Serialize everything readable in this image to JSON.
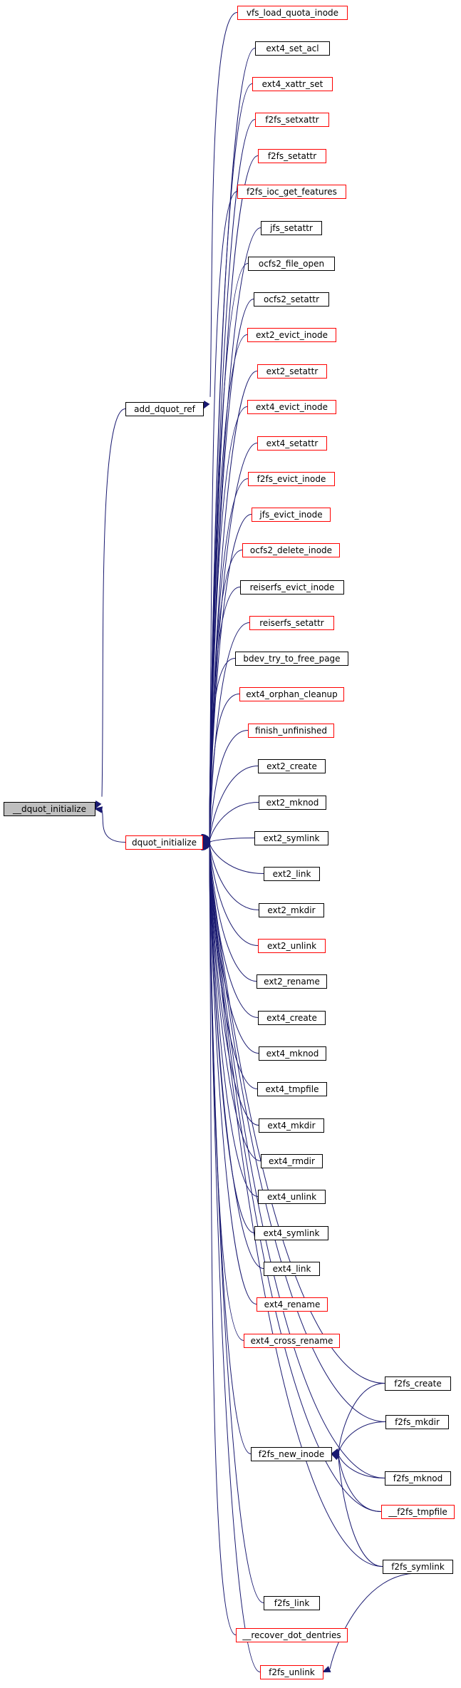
{
  "colors": {
    "edge": "#191970",
    "border_black": "#000000",
    "border_red": "#ff0000",
    "focus_fill": "#bfbfbf",
    "node_fill": "#ffffff"
  },
  "nodes": [
    {
      "id": "dquot_init_root",
      "label": "__dquot_initialize",
      "border": "black",
      "focus": true
    },
    {
      "id": "add_dquot_ref",
      "label": "add_dquot_ref",
      "border": "black"
    },
    {
      "id": "dquot_initialize",
      "label": "dquot_initialize",
      "border": "red"
    },
    {
      "id": "vfs_load_quota_inode",
      "label": "vfs_load_quota_inode",
      "border": "red"
    },
    {
      "id": "ext4_set_acl",
      "label": "ext4_set_acl",
      "border": "black"
    },
    {
      "id": "ext4_xattr_set",
      "label": "ext4_xattr_set",
      "border": "red"
    },
    {
      "id": "f2fs_setxattr",
      "label": "f2fs_setxattr",
      "border": "red"
    },
    {
      "id": "f2fs_setattr",
      "label": "f2fs_setattr",
      "border": "red"
    },
    {
      "id": "f2fs_ioc_get_features",
      "label": "f2fs_ioc_get_features",
      "border": "red"
    },
    {
      "id": "jfs_setattr",
      "label": "jfs_setattr",
      "border": "black"
    },
    {
      "id": "ocfs2_file_open",
      "label": "ocfs2_file_open",
      "border": "black"
    },
    {
      "id": "ocfs2_setattr",
      "label": "ocfs2_setattr",
      "border": "black"
    },
    {
      "id": "ext2_evict_inode",
      "label": "ext2_evict_inode",
      "border": "red"
    },
    {
      "id": "ext2_setattr",
      "label": "ext2_setattr",
      "border": "red"
    },
    {
      "id": "ext4_evict_inode",
      "label": "ext4_evict_inode",
      "border": "red"
    },
    {
      "id": "ext4_setattr",
      "label": "ext4_setattr",
      "border": "red"
    },
    {
      "id": "f2fs_evict_inode",
      "label": "f2fs_evict_inode",
      "border": "red"
    },
    {
      "id": "jfs_evict_inode",
      "label": "jfs_evict_inode",
      "border": "red"
    },
    {
      "id": "ocfs2_delete_inode",
      "label": "ocfs2_delete_inode",
      "border": "red"
    },
    {
      "id": "reiserfs_evict_inode",
      "label": "reiserfs_evict_inode",
      "border": "black"
    },
    {
      "id": "reiserfs_setattr",
      "label": "reiserfs_setattr",
      "border": "red"
    },
    {
      "id": "bdev_try_to_free_page",
      "label": "bdev_try_to_free_page",
      "border": "black"
    },
    {
      "id": "ext4_orphan_cleanup",
      "label": "ext4_orphan_cleanup",
      "border": "red"
    },
    {
      "id": "finish_unfinished",
      "label": "finish_unfinished",
      "border": "red"
    },
    {
      "id": "ext2_create",
      "label": "ext2_create",
      "border": "black"
    },
    {
      "id": "ext2_mknod",
      "label": "ext2_mknod",
      "border": "black"
    },
    {
      "id": "ext2_symlink",
      "label": "ext2_symlink",
      "border": "black"
    },
    {
      "id": "ext2_link",
      "label": "ext2_link",
      "border": "black"
    },
    {
      "id": "ext2_mkdir",
      "label": "ext2_mkdir",
      "border": "black"
    },
    {
      "id": "ext2_unlink",
      "label": "ext2_unlink",
      "border": "red"
    },
    {
      "id": "ext2_rename",
      "label": "ext2_rename",
      "border": "black"
    },
    {
      "id": "ext4_create",
      "label": "ext4_create",
      "border": "black"
    },
    {
      "id": "ext4_mknod",
      "label": "ext4_mknod",
      "border": "black"
    },
    {
      "id": "ext4_tmpfile",
      "label": "ext4_tmpfile",
      "border": "black"
    },
    {
      "id": "ext4_mkdir",
      "label": "ext4_mkdir",
      "border": "black"
    },
    {
      "id": "ext4_rmdir",
      "label": "ext4_rmdir",
      "border": "black"
    },
    {
      "id": "ext4_unlink",
      "label": "ext4_unlink",
      "border": "black"
    },
    {
      "id": "ext4_symlink",
      "label": "ext4_symlink",
      "border": "black"
    },
    {
      "id": "ext4_link",
      "label": "ext4_link",
      "border": "black"
    },
    {
      "id": "ext4_rename",
      "label": "ext4_rename",
      "border": "red"
    },
    {
      "id": "ext4_cross_rename",
      "label": "ext4_cross_rename",
      "border": "red"
    },
    {
      "id": "f2fs_create",
      "label": "f2fs_create",
      "border": "black"
    },
    {
      "id": "f2fs_mkdir",
      "label": "f2fs_mkdir",
      "border": "black"
    },
    {
      "id": "f2fs_new_inode",
      "label": "f2fs_new_inode",
      "border": "black"
    },
    {
      "id": "f2fs_mknod",
      "label": "f2fs_mknod",
      "border": "black"
    },
    {
      "id": "f2fs_tmpfile",
      "label": "__f2fs_tmpfile",
      "border": "red"
    },
    {
      "id": "f2fs_symlink",
      "label": "f2fs_symlink",
      "border": "black"
    },
    {
      "id": "f2fs_link",
      "label": "f2fs_link",
      "border": "black"
    },
    {
      "id": "recover_dot_dentries",
      "label": "__recover_dot_dentries",
      "border": "red"
    },
    {
      "id": "f2fs_unlink",
      "label": "f2fs_unlink",
      "border": "red"
    }
  ],
  "edges": [
    {
      "from": "add_dquot_ref",
      "to": "dquot_init_root"
    },
    {
      "from": "dquot_initialize",
      "to": "dquot_init_root"
    },
    {
      "from": "vfs_load_quota_inode",
      "to": "add_dquot_ref"
    },
    {
      "from": "ext4_set_acl",
      "to": "dquot_initialize"
    },
    {
      "from": "ext4_xattr_set",
      "to": "dquot_initialize"
    },
    {
      "from": "f2fs_setxattr",
      "to": "dquot_initialize"
    },
    {
      "from": "f2fs_setattr",
      "to": "dquot_initialize"
    },
    {
      "from": "f2fs_ioc_get_features",
      "to": "dquot_initialize"
    },
    {
      "from": "jfs_setattr",
      "to": "dquot_initialize"
    },
    {
      "from": "ocfs2_file_open",
      "to": "dquot_initialize"
    },
    {
      "from": "ocfs2_setattr",
      "to": "dquot_initialize"
    },
    {
      "from": "ext2_evict_inode",
      "to": "dquot_initialize"
    },
    {
      "from": "ext2_setattr",
      "to": "dquot_initialize"
    },
    {
      "from": "ext4_evict_inode",
      "to": "dquot_initialize"
    },
    {
      "from": "ext4_setattr",
      "to": "dquot_initialize"
    },
    {
      "from": "f2fs_evict_inode",
      "to": "dquot_initialize"
    },
    {
      "from": "jfs_evict_inode",
      "to": "dquot_initialize"
    },
    {
      "from": "ocfs2_delete_inode",
      "to": "dquot_initialize"
    },
    {
      "from": "reiserfs_evict_inode",
      "to": "dquot_initialize"
    },
    {
      "from": "reiserfs_setattr",
      "to": "dquot_initialize"
    },
    {
      "from": "bdev_try_to_free_page",
      "to": "dquot_initialize"
    },
    {
      "from": "ext4_orphan_cleanup",
      "to": "dquot_initialize"
    },
    {
      "from": "finish_unfinished",
      "to": "dquot_initialize"
    },
    {
      "from": "ext2_create",
      "to": "dquot_initialize"
    },
    {
      "from": "ext2_mknod",
      "to": "dquot_initialize"
    },
    {
      "from": "ext2_symlink",
      "to": "dquot_initialize"
    },
    {
      "from": "ext2_link",
      "to": "dquot_initialize"
    },
    {
      "from": "ext2_mkdir",
      "to": "dquot_initialize"
    },
    {
      "from": "ext2_unlink",
      "to": "dquot_initialize"
    },
    {
      "from": "ext2_rename",
      "to": "dquot_initialize"
    },
    {
      "from": "ext4_create",
      "to": "dquot_initialize"
    },
    {
      "from": "ext4_mknod",
      "to": "dquot_initialize"
    },
    {
      "from": "ext4_tmpfile",
      "to": "dquot_initialize"
    },
    {
      "from": "ext4_mkdir",
      "to": "dquot_initialize"
    },
    {
      "from": "ext4_rmdir",
      "to": "dquot_initialize"
    },
    {
      "from": "ext4_unlink",
      "to": "dquot_initialize"
    },
    {
      "from": "ext4_symlink",
      "to": "dquot_initialize"
    },
    {
      "from": "ext4_link",
      "to": "dquot_initialize"
    },
    {
      "from": "ext4_rename",
      "to": "dquot_initialize"
    },
    {
      "from": "ext4_cross_rename",
      "to": "dquot_initialize"
    },
    {
      "from": "f2fs_create",
      "to": "dquot_initialize"
    },
    {
      "from": "f2fs_mkdir",
      "to": "dquot_initialize"
    },
    {
      "from": "f2fs_new_inode",
      "to": "dquot_initialize"
    },
    {
      "from": "f2fs_mknod",
      "to": "dquot_initialize"
    },
    {
      "from": "f2fs_tmpfile",
      "to": "dquot_initialize"
    },
    {
      "from": "f2fs_symlink",
      "to": "dquot_initialize"
    },
    {
      "from": "f2fs_link",
      "to": "dquot_initialize"
    },
    {
      "from": "recover_dot_dentries",
      "to": "dquot_initialize"
    },
    {
      "from": "f2fs_unlink",
      "to": "dquot_initialize"
    },
    {
      "from": "f2fs_create",
      "to": "f2fs_new_inode"
    },
    {
      "from": "f2fs_mkdir",
      "to": "f2fs_new_inode"
    },
    {
      "from": "f2fs_mknod",
      "to": "f2fs_new_inode"
    },
    {
      "from": "f2fs_tmpfile",
      "to": "f2fs_new_inode"
    },
    {
      "from": "f2fs_symlink",
      "to": "f2fs_new_inode"
    },
    {
      "from": "f2fs_symlink",
      "to": "f2fs_unlink"
    }
  ]
}
